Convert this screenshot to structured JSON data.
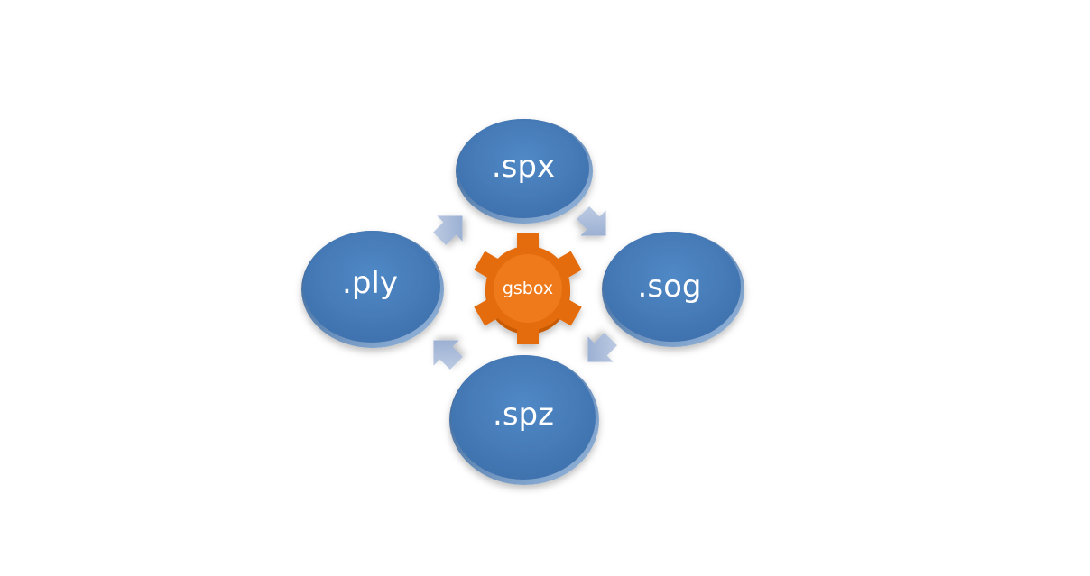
{
  "diagram": {
    "center": {
      "label": "gsbox"
    },
    "nodes": [
      {
        "id": "spx",
        "label": ".spx"
      },
      {
        "id": "sog",
        "label": ".sog"
      },
      {
        "id": "spz",
        "label": ".spz"
      },
      {
        "id": "ply",
        "label": ".ply"
      }
    ],
    "edges": [
      {
        "from": "ply",
        "to": "spx"
      },
      {
        "from": "spx",
        "to": "sog"
      },
      {
        "from": "sog",
        "to": "spz"
      },
      {
        "from": "spz",
        "to": "ply"
      }
    ],
    "colors": {
      "node": "#4a7ebb",
      "gear": "#e46c0a",
      "arrow": "#a9bcdb"
    }
  }
}
